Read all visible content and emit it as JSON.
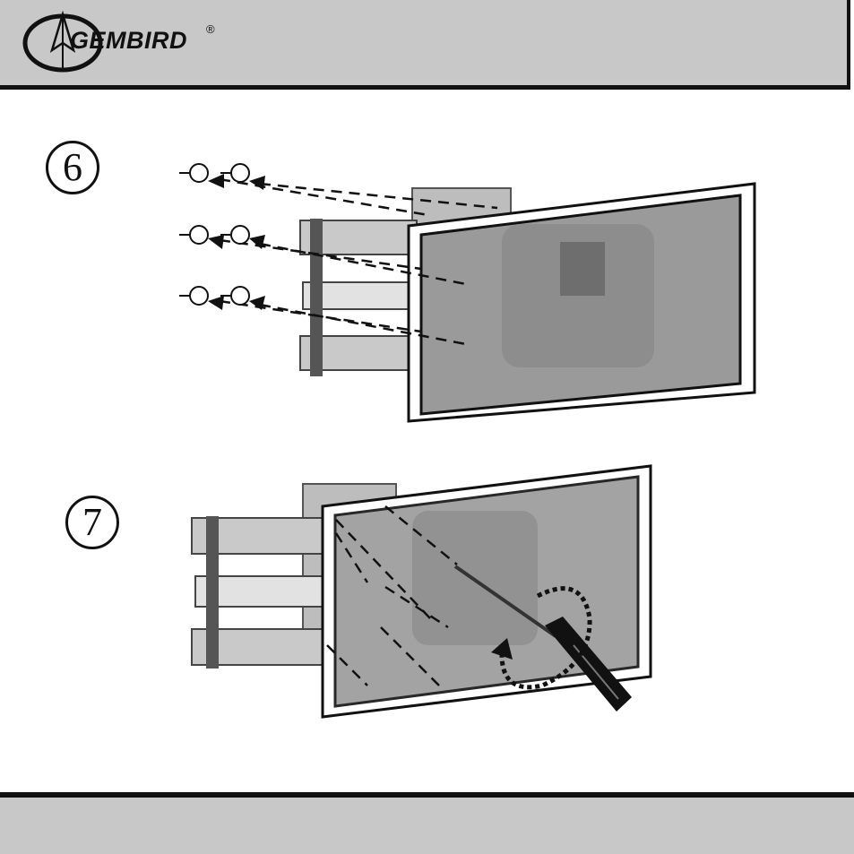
{
  "header": {
    "brand_name": "GEMBIRD",
    "registered_mark": "®"
  },
  "steps": [
    {
      "number": "6"
    },
    {
      "number": "7"
    }
  ],
  "icons": [
    "gembird-logo-icon",
    "screw-icon",
    "screwdriver-icon",
    "rotation-arrow-icon"
  ],
  "colors": {
    "band": "#c8c8c8",
    "line": "#111111",
    "panel": "#9a9a9a"
  }
}
